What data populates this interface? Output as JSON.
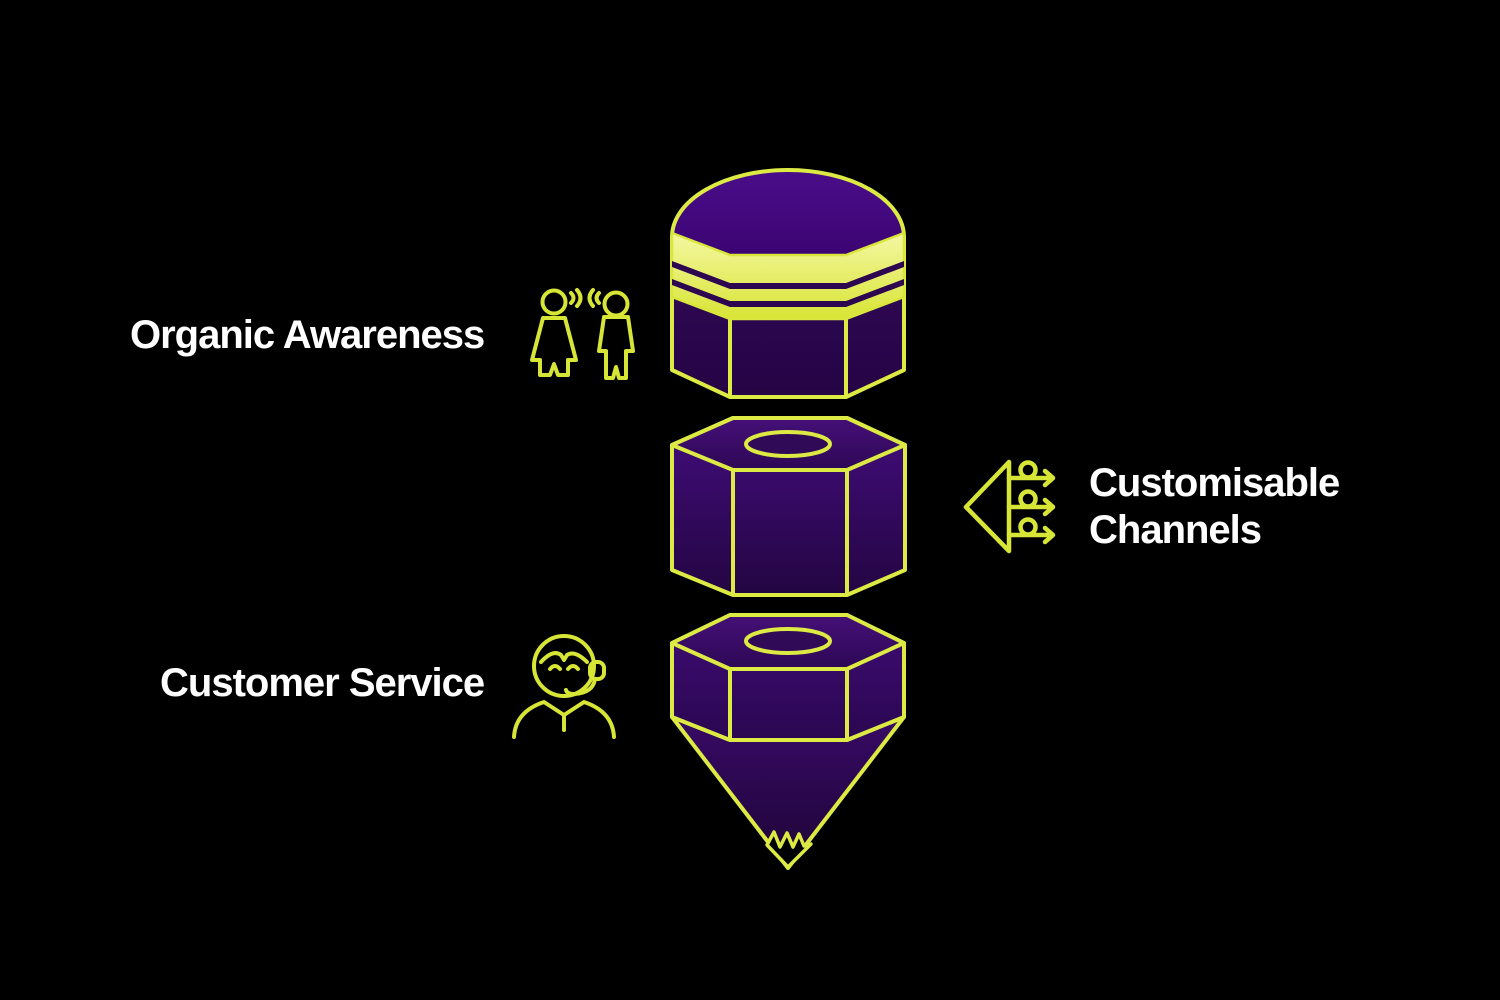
{
  "background_color": "#000000",
  "accent_color": "#dcea43",
  "funnel_purple": "#3c0b72",
  "text_color": "#ffffff",
  "stages": [
    {
      "label": "Organic Awareness",
      "icon": "two-people-talking-icon",
      "label_side": "left"
    },
    {
      "label": "Customisable Channels",
      "lines": [
        "Customisable",
        "Channels"
      ],
      "icon": "three-channel-arrows-icon",
      "label_side": "right"
    },
    {
      "label": "Customer Service",
      "icon": "support-agent-headset-icon",
      "label_side": "left"
    }
  ]
}
